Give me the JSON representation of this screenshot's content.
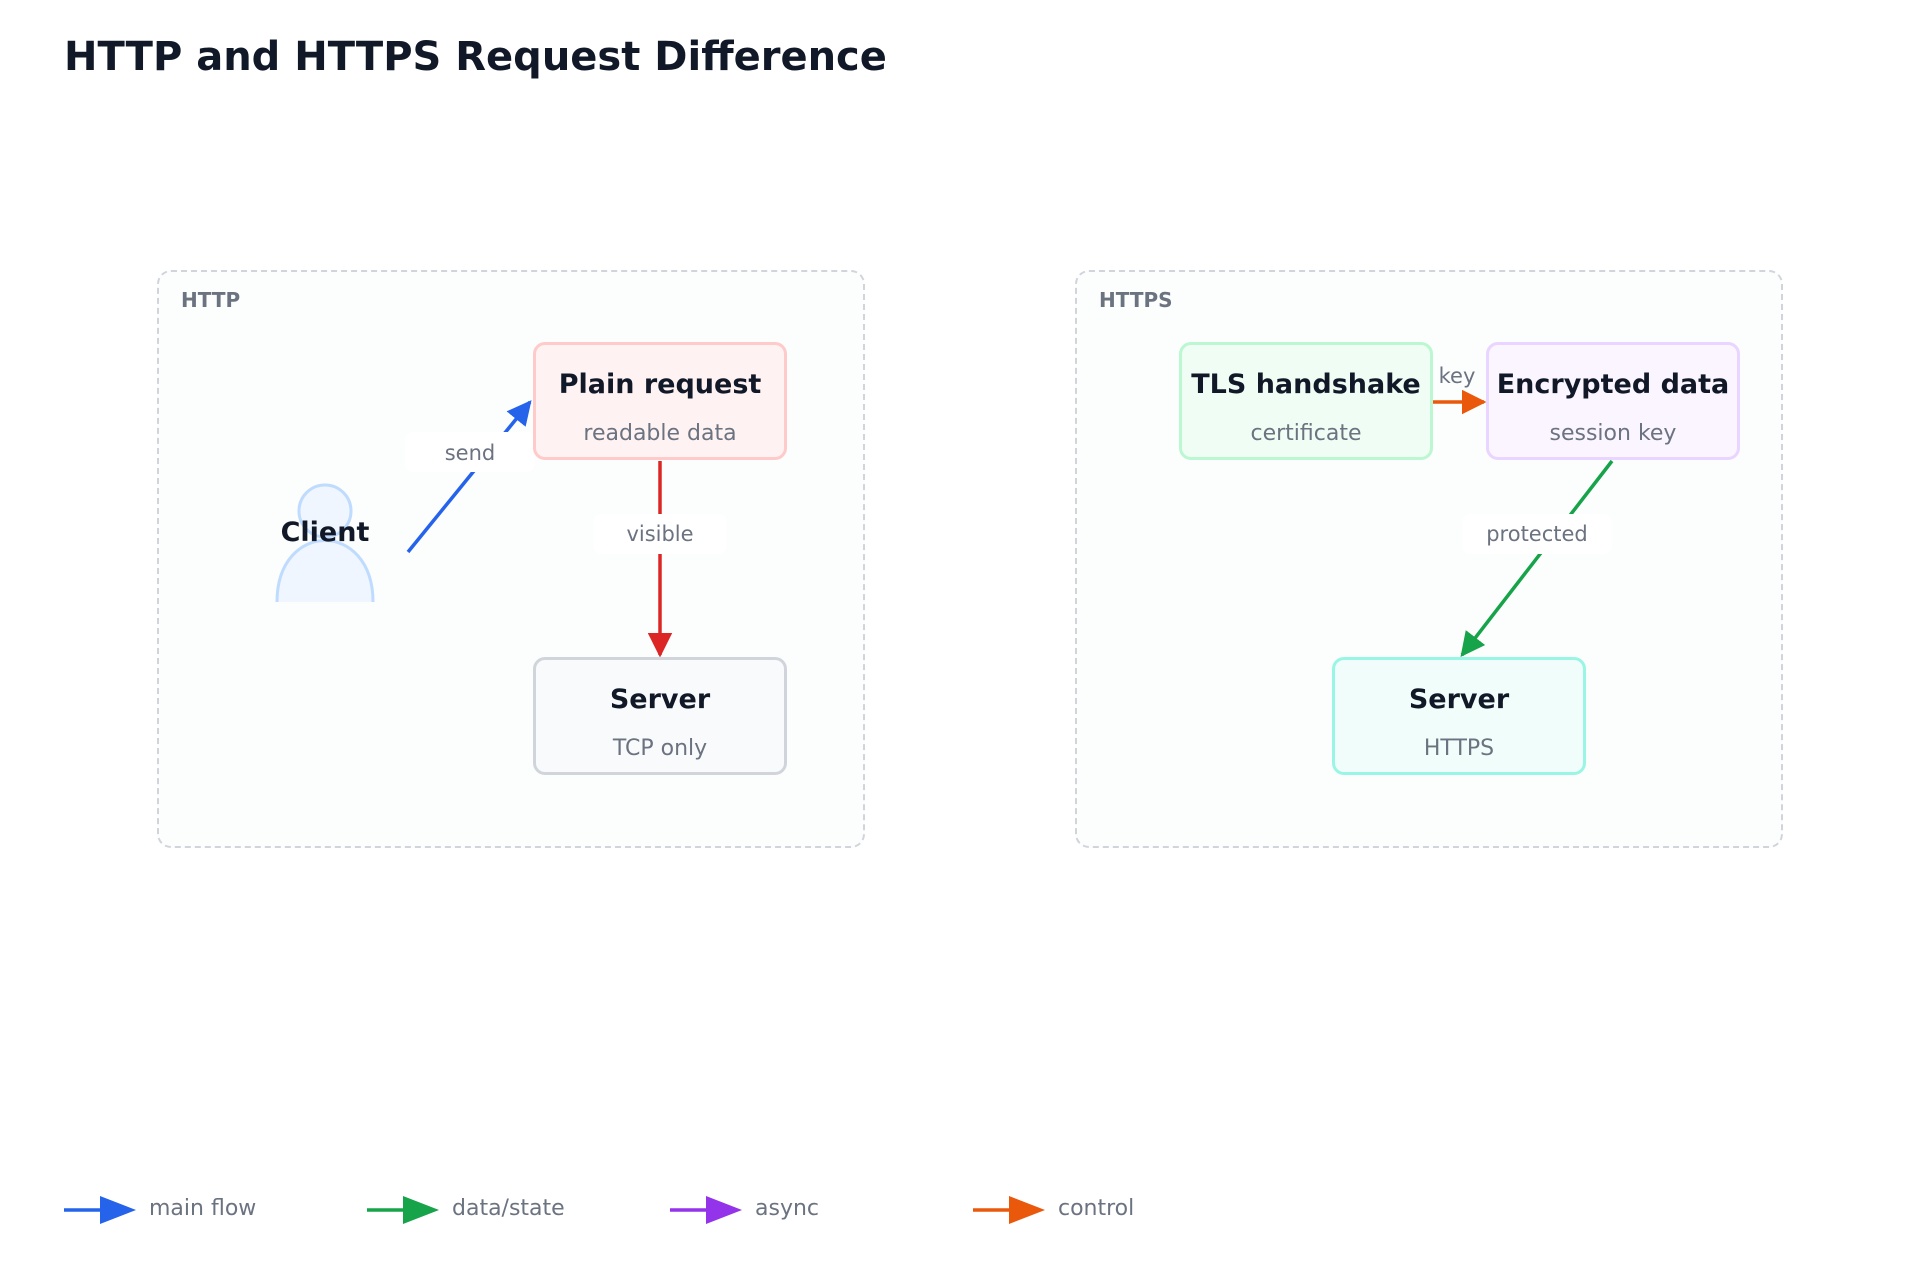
{
  "title": "HTTP and HTTPS Request Difference",
  "groups": {
    "http": {
      "label": "HTTP"
    },
    "https": {
      "label": "HTTPS"
    }
  },
  "nodes": {
    "client": {
      "title": "Client"
    },
    "plain_request": {
      "title": "Plain request",
      "subtitle": "readable data"
    },
    "http_server": {
      "title": "Server",
      "subtitle": "TCP only"
    },
    "tls_handshake": {
      "title": "TLS handshake",
      "subtitle": "certificate"
    },
    "encrypted_data": {
      "title": "Encrypted data",
      "subtitle": "session key"
    },
    "https_server": {
      "title": "Server",
      "subtitle": "HTTPS"
    }
  },
  "edges": {
    "send": "send",
    "visible": "visible",
    "key": "key",
    "protected": "protected"
  },
  "legend": [
    {
      "label": "main flow",
      "color": "#2563eb"
    },
    {
      "label": "data/state",
      "color": "#16a34a"
    },
    {
      "label": "async",
      "color": "#9333ea"
    },
    {
      "label": "control",
      "color": "#ea580c"
    }
  ],
  "colors": {
    "main_flow": "#2563eb",
    "data_state": "#16a34a",
    "async": "#9333ea",
    "control": "#ea580c",
    "insecure": "#dc2626"
  }
}
